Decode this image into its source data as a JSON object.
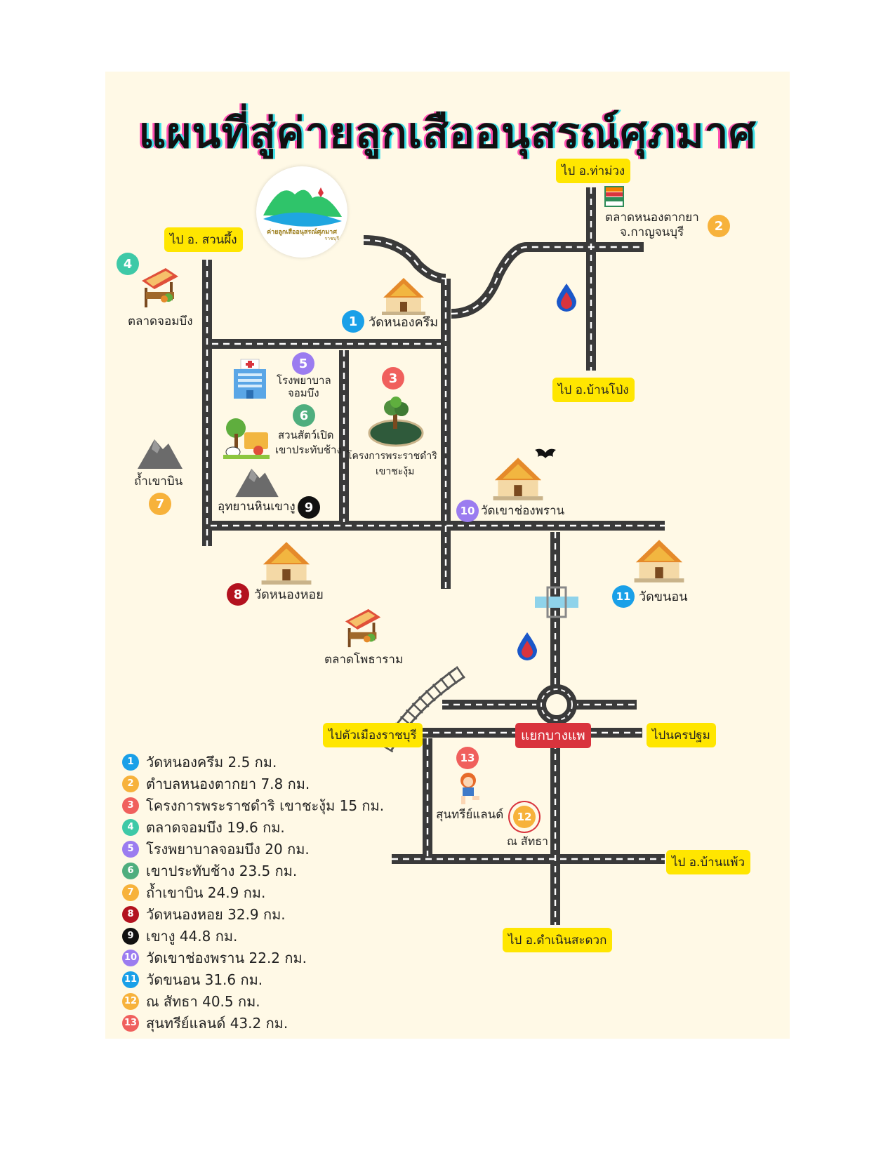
{
  "title": "แผนที่สู่ค่ายลูกเสืออนุสรณ์ศุภมาศ",
  "logo": {
    "text": "ค่ายลูกเสืออนุสรณ์ศุภมาศ",
    "subtext": "ราชบุรี"
  },
  "colors": {
    "yellow": "#ffe600",
    "red": "#d9343d",
    "road": "#3a3a3a",
    "background": "#fff9e6"
  },
  "directions": {
    "tha_muang": "ไป อ.ท่าม่วง",
    "suan_phueng": "ไป อ. สวนผึ้ง",
    "ban_pong": "ไป อ.บ้านโป่ง",
    "ratchaburi": "ไปตัวเมืองราชบุรี",
    "nakhon_pathom": "ไปนครปฐม",
    "ban_phaeo": "ไป อ.บ้านแพ้ว",
    "damnoen": "ไป อ.ดำเนินสะดวก"
  },
  "junction": "แยกบางแพ",
  "places": {
    "p1": {
      "num": "1",
      "label": "วัดหนองครึม",
      "color": "#1aa0e8"
    },
    "p2": {
      "num": "2",
      "label1": "ตลาดหนองตากยา",
      "label2": "จ.กาญจนบุรี",
      "color": "#f7b23b"
    },
    "p3": {
      "num": "3",
      "label1": "โครงการพระราชดำริ",
      "label2": "เขาชะงุ้ม",
      "color": "#f0605d"
    },
    "p4": {
      "num": "4",
      "label": "ตลาดจอมบึง",
      "color": "#3ec9a7"
    },
    "p5": {
      "num": "5",
      "label1": "โรงพยาบาล",
      "label2": "จอมบึง",
      "color": "#9b7cf0"
    },
    "p6": {
      "num": "6",
      "label1": "สวนสัตว์เปิด",
      "label2": "เขาประทับช้าง",
      "color": "#4fae7e"
    },
    "p7": {
      "num": "7",
      "label": "ถ้ำเขาบิน",
      "color": "#f7b23b"
    },
    "p8": {
      "num": "8",
      "label": "วัดหนองหอย",
      "color": "#b3121f"
    },
    "p9": {
      "num": "9",
      "label": "อุทยานหินเขางู",
      "color": "#111111"
    },
    "p10": {
      "num": "10",
      "label": "วัดเขาช่องพราน",
      "color": "#9b7cf0"
    },
    "p11": {
      "num": "11",
      "label": "วัดขนอน",
      "color": "#1aa0e8"
    },
    "p12": {
      "num": "12",
      "label": "ณ สัทธา",
      "color": "#f7b23b"
    },
    "p13": {
      "num": "13",
      "label": "สุนทรีย์แลนด์",
      "color": "#f0605d"
    },
    "market2": {
      "label": "ตลาดโพธาราม"
    }
  },
  "legend": [
    {
      "num": "1",
      "text": "วัดหนองครึม 2.5 กม.",
      "color": "#1aa0e8"
    },
    {
      "num": "2",
      "text": "ตำบลหนองตากยา 7.8 กม.",
      "color": "#f7b23b"
    },
    {
      "num": "3",
      "text": "โครงการพระราชดำริ เขาชะงุ้ม 15 กม.",
      "color": "#f0605d"
    },
    {
      "num": "4",
      "text": "ตลาดจอมบึง 19.6 กม.",
      "color": "#3ec9a7"
    },
    {
      "num": "5",
      "text": "โรงพยาบาลจอมบึง 20 กม.",
      "color": "#9b7cf0"
    },
    {
      "num": "6",
      "text": "เขาประทับช้าง 23.5 กม.",
      "color": "#4fae7e"
    },
    {
      "num": "7",
      "text": "ถ้ำเขาบิน 24.9 กม.",
      "color": "#f7b23b"
    },
    {
      "num": "8",
      "text": "วัดหนองหอย 32.9 กม.",
      "color": "#b3121f"
    },
    {
      "num": "9",
      "text": "เขางู 44.8 กม.",
      "color": "#111111"
    },
    {
      "num": "10",
      "text": "วัดเขาช่องพราน 22.2 กม.",
      "color": "#9b7cf0"
    },
    {
      "num": "11",
      "text": "วัดขนอน 31.6 กม.",
      "color": "#1aa0e8"
    },
    {
      "num": "12",
      "text": "ณ สัทธา 40.5 กม.",
      "color": "#f7b23b"
    },
    {
      "num": "13",
      "text": "สุนทรีย์แลนด์ 43.2 กม.",
      "color": "#f0605d"
    }
  ]
}
